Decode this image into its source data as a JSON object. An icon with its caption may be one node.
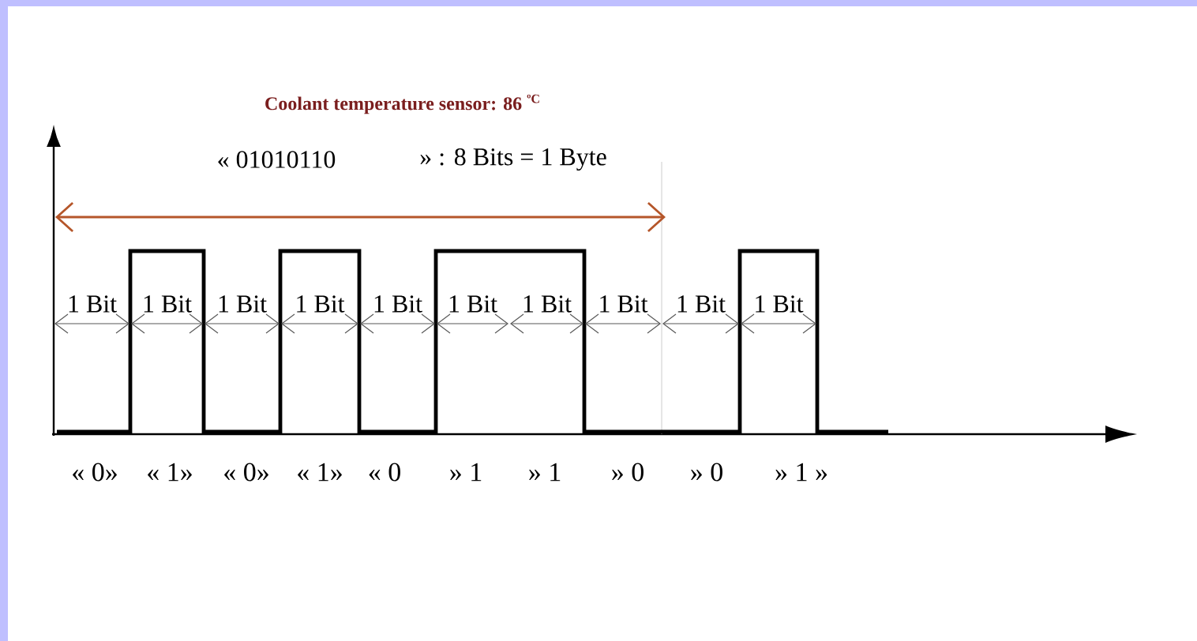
{
  "diagram": {
    "title": "Coolant temperature sensor: 86 $^{ºC}$",
    "labels": [
      "« 01010110",
      "» : 8 Bits = 1 Byte",
      "1 Bit",
      "1 Bit",
      "1 Bit",
      "1 Bit",
      "1 Bit",
      "1 Bit",
      "1 Bit",
      "1 Bit",
      "1 Bit",
      "1 Bit",
      "« 0»",
      "« 1»",
      "« 0»",
      "« 1»",
      "« 0",
      "» 1",
      "» 1",
      "» 0",
      "» 0",
      "» 1 »"
    ]
  }
}
